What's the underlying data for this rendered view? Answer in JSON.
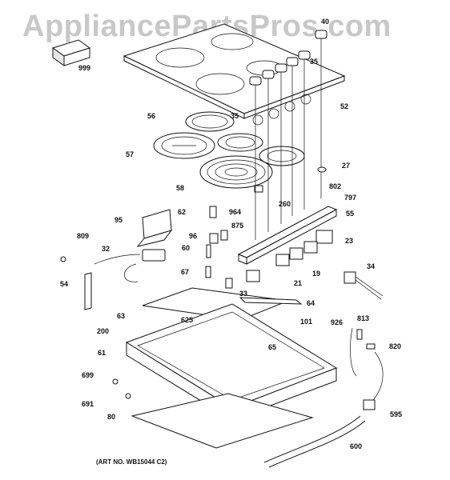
{
  "watermark": "AppliancePartsPros.com",
  "art_number": "(ART NO. WB15044 C2)",
  "labels": {
    "l999": "999",
    "l40": "40",
    "l35a": "35",
    "l52": "52",
    "l35b": "35",
    "l56": "56",
    "l57": "57",
    "l27": "27",
    "l58": "58",
    "l802": "802",
    "l797": "797",
    "l95": "95",
    "l62": "62",
    "l964": "964",
    "l260": "260",
    "l55": "55",
    "l875": "875",
    "l809": "809",
    "l96": "96",
    "l23": "23",
    "l32": "32",
    "l60": "60",
    "l34": "34",
    "l67": "67",
    "l19": "19",
    "l54": "54",
    "l21": "21",
    "l33": "33",
    "l64": "64",
    "l63": "63",
    "l625": "625",
    "l101": "101",
    "l926": "926",
    "l813": "813",
    "l200": "200",
    "l820": "820",
    "l65": "65",
    "l61": "61",
    "l699": "699",
    "l691": "691",
    "l595": "595",
    "l80": "80",
    "l600": "600"
  }
}
